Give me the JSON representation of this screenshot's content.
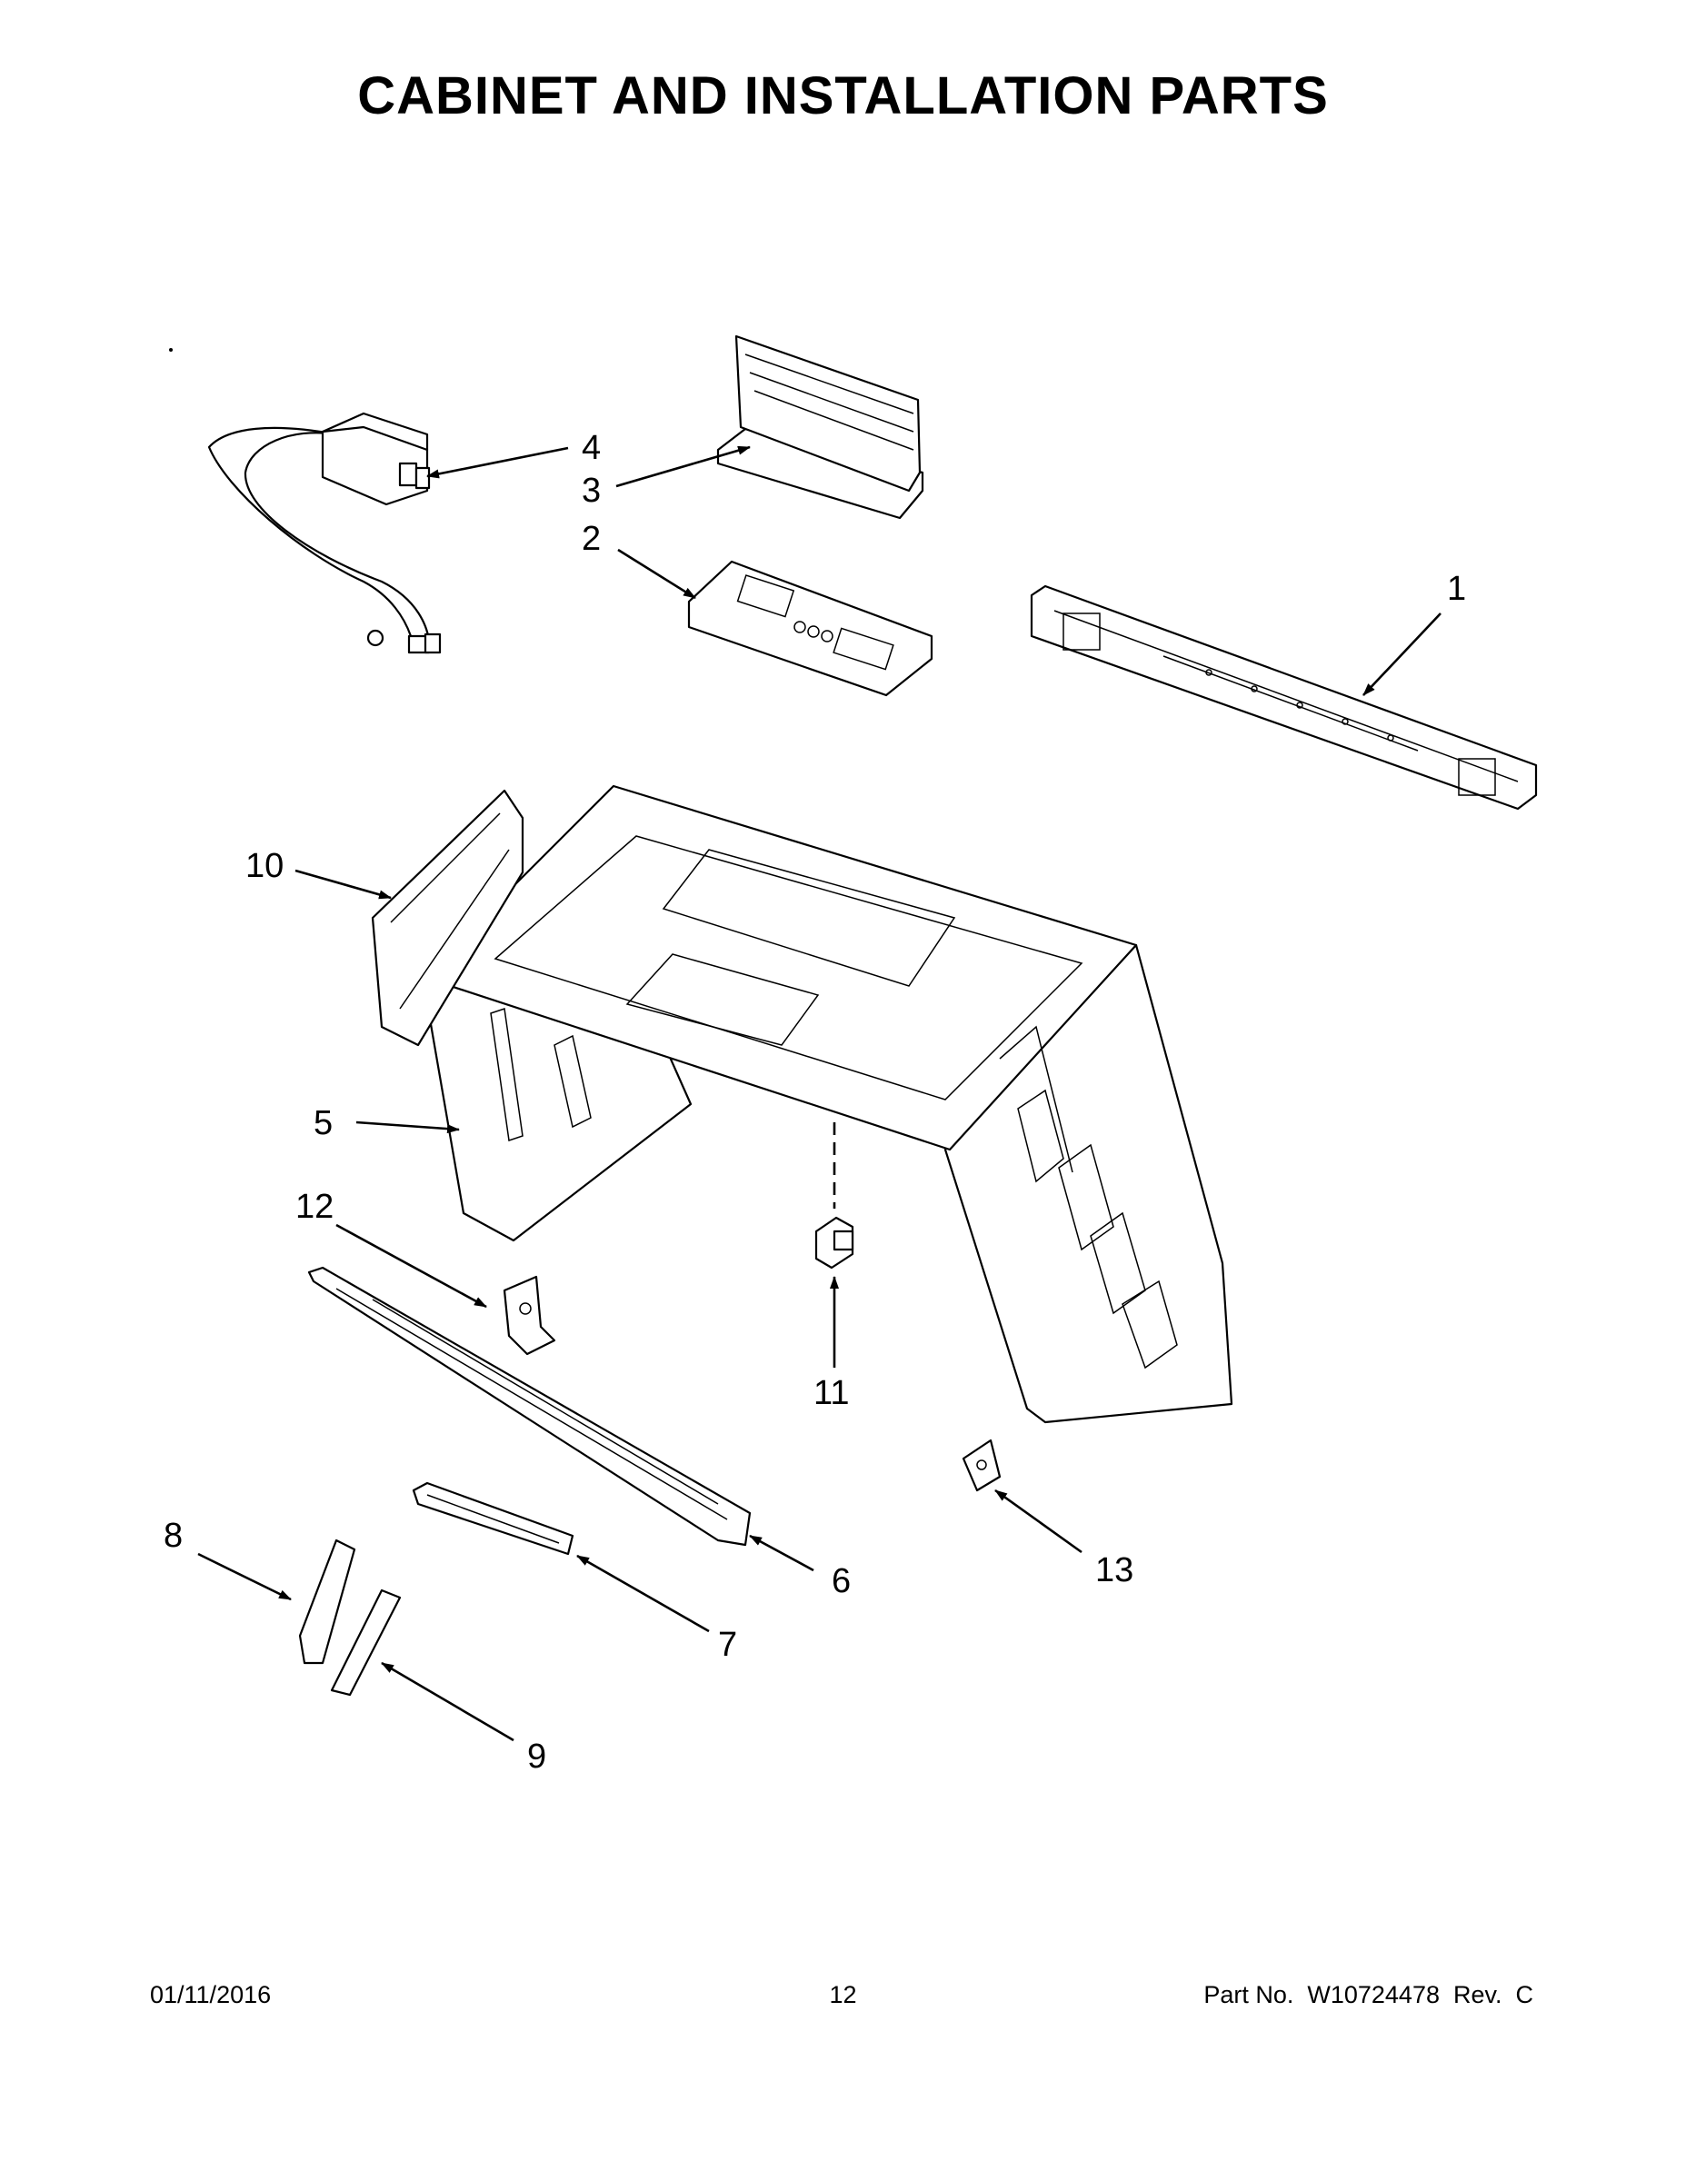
{
  "title": "CABINET AND INSTALLATION PARTS",
  "footer": {
    "date": "01/11/2016",
    "page": "12",
    "part_no": "Part No.  W10724478  Rev.  C"
  },
  "callouts": [
    "1",
    "2",
    "3",
    "4",
    "5",
    "6",
    "7",
    "8",
    "9",
    "10",
    "11",
    "12",
    "13"
  ]
}
